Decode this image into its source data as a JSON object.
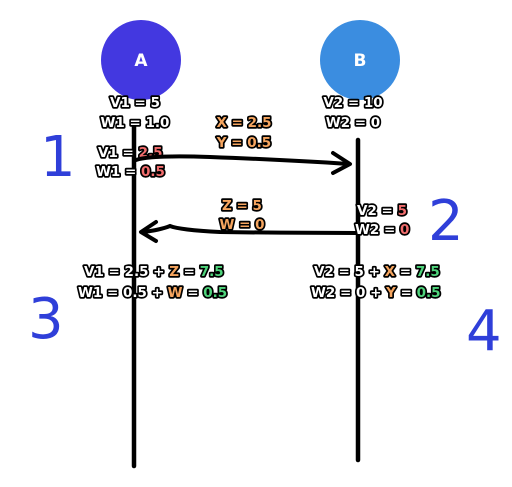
{
  "nodes": {
    "a": {
      "label": "A",
      "color": "#4338e0"
    },
    "b": {
      "label": "B",
      "color": "#3b8de0"
    }
  },
  "colors": {
    "white": "#ffffff",
    "red": "#f26d6d",
    "orange": "#f6a55f",
    "green": "#4fd57c",
    "number_blue": "#2f3fd9"
  },
  "a_initial": {
    "line1": "V1 = 5",
    "line2": "W1 = 1.0"
  },
  "b_initial": {
    "line1": "V2 = 10",
    "line2": "W2 = 0"
  },
  "a_after_send": {
    "line1_prefix": "V1 = ",
    "line1_value": "2.5",
    "line2_prefix": "W1 = ",
    "line2_value": "0.5"
  },
  "msg_a_to_b": {
    "line1": "X = 2.5",
    "line2": "Y = 0.5"
  },
  "msg_b_to_a": {
    "line1": "Z = 5",
    "line2": "W = 0"
  },
  "b_after_send": {
    "line1_prefix": "V2 = ",
    "line1_value": "5",
    "line2_prefix": "W2 = ",
    "line2_value": "0"
  },
  "a_update": {
    "line1_prefix": "V1 = 2.5 + ",
    "line1_term": "Z",
    "line1_eq": " = ",
    "line1_result": "7.5",
    "line2_prefix": "W1 = 0.5 + ",
    "line2_term": "W",
    "line2_eq": " = ",
    "line2_result": "0.5"
  },
  "b_update": {
    "line1_prefix": "V2 = 5 + ",
    "line1_term": "X",
    "line1_eq": " = ",
    "line1_result": "7.5",
    "line2_prefix": "W2 = 0 + ",
    "line2_term": "Y",
    "line2_eq": " = ",
    "line2_result": "0.5"
  },
  "steps": {
    "s1": "1",
    "s2": "2",
    "s3": "3",
    "s4": "4"
  }
}
